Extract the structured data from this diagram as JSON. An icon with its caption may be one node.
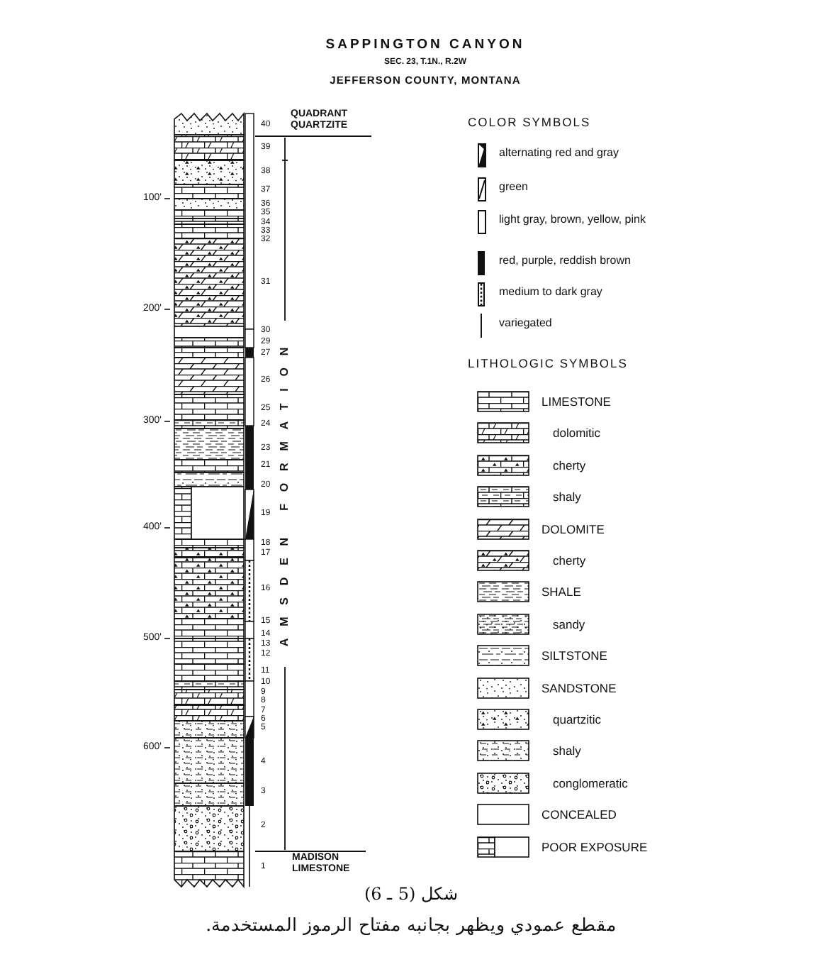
{
  "diagram": {
    "title": "SAPPINGTON CANYON",
    "caption": "شكل (5 ـ 6)",
    "labels": [
      "SEC. 23, T.1N., R.2W",
      "JEFFERSON COUNTY, MONTANA",
      "QUADRANT QUARTZITE",
      "100'",
      "200'",
      "300'",
      "400'",
      "500'",
      "600'",
      "40",
      "39",
      "38",
      "37",
      "36",
      "35",
      "34",
      "33",
      "32",
      "31",
      "30",
      "29",
      "27",
      "26",
      "25",
      "24",
      "23",
      "21",
      "20",
      "19",
      "18",
      "17",
      "16",
      "15",
      "14",
      "13",
      "12",
      "11",
      "10",
      "9",
      "8",
      "7",
      "6",
      "5",
      "4",
      "3",
      "2",
      "1",
      "AMSDEN FORMATION",
      "MADISON LIMESTONE",
      "COLOR SYMBOLS",
      "LITHOLOGIC SYMBOLS",
      "مقطع عمودي ويظهر بجانبه مفتاح الرموز المستخدمة."
    ],
    "legend": [
      {
        "text": "alternating red and gray"
      },
      {
        "text": "green"
      },
      {
        "text": "light gray, brown, yellow, pink"
      },
      {
        "text": "red, purple, reddish brown"
      },
      {
        "text": "medium to dark gray"
      },
      {
        "text": "variegated"
      },
      {
        "text": "LIMESTONE"
      },
      {
        "text": "dolomitic"
      },
      {
        "text": "cherty"
      },
      {
        "text": "shaly"
      },
      {
        "text": "DOLOMITE"
      },
      {
        "text": "cherty"
      },
      {
        "text": "SHALE"
      },
      {
        "text": "sandy"
      },
      {
        "text": "SILTSTONE"
      },
      {
        "text": "SANDSTONE"
      },
      {
        "text": "quartzitic"
      },
      {
        "text": "shaly"
      },
      {
        "text": "conglomeratic"
      },
      {
        "text": "CONCEALED"
      },
      {
        "text": "POOR EXPOSURE"
      }
    ]
  }
}
